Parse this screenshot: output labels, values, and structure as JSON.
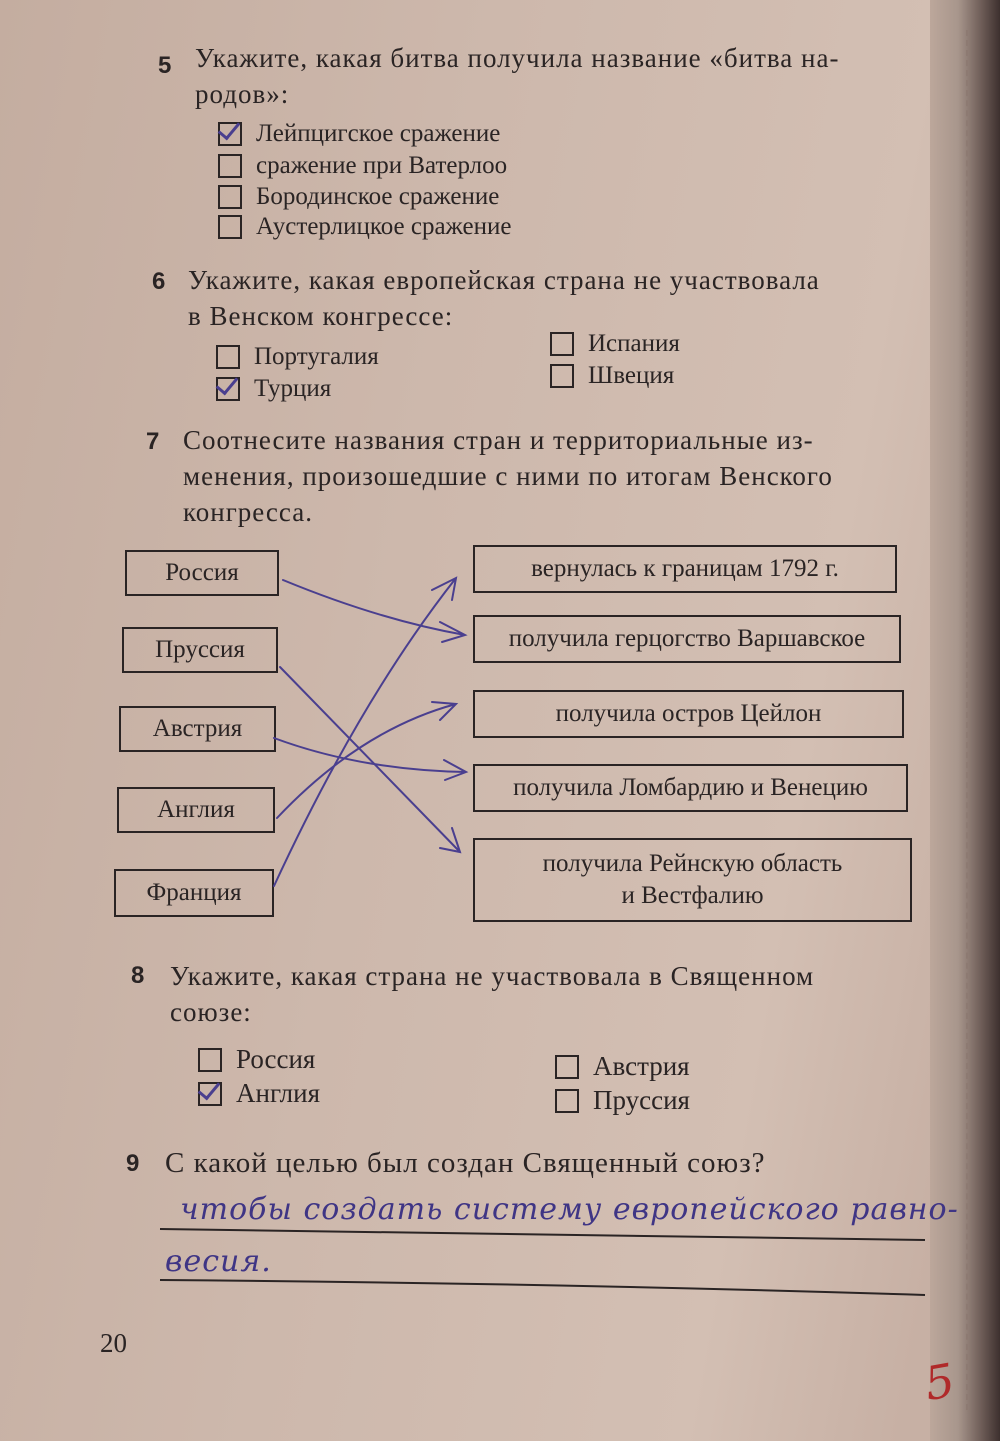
{
  "q5": {
    "number": "5",
    "text_line1": "Укажите, какая битва получила название «битва на-",
    "text_line2": "родов»:",
    "options": [
      {
        "label": "Лейпцигское сражение",
        "checked": true
      },
      {
        "label": "сражение при Ватерлоо",
        "checked": false
      },
      {
        "label": "Бородинское сражение",
        "checked": false
      },
      {
        "label": "Аустерлицкое сражение",
        "checked": false
      }
    ]
  },
  "q6": {
    "number": "6",
    "text_line1": "Укажите, какая европейская страна не участвовала",
    "text_line2": "в Венском конгрессе:",
    "options": [
      {
        "label": "Португалия",
        "checked": false
      },
      {
        "label": "Турция",
        "checked": true
      },
      {
        "label": "Испания",
        "checked": false
      },
      {
        "label": "Швеция",
        "checked": false
      }
    ]
  },
  "q7": {
    "number": "7",
    "text_line1": "Соотнесите названия стран и территориальные из-",
    "text_line2": "менения, произошедшие с ними по итогам Венского",
    "text_line3": "конгресса.",
    "countries": [
      "Россия",
      "Пруссия",
      "Австрия",
      "Англия",
      "Франция"
    ],
    "changes": [
      "вернулась к границам 1792 г.",
      "получила герцогство Варшавское",
      "получила остров Цейлон",
      "получила Ломбардию и Венецию",
      "получила Рейнскую область",
      "и Вестфалию"
    ],
    "links": [
      [
        "Россия",
        "получила герцогство Варшавское"
      ],
      [
        "Пруссия",
        "получила Рейнскую область и Вестфалию"
      ],
      [
        "Австрия",
        "получила Ломбардию и Венецию"
      ],
      [
        "Англия",
        "получила остров Цейлон"
      ],
      [
        "Франция",
        "вернулась к границам 1792 г."
      ]
    ]
  },
  "q8": {
    "number": "8",
    "text_line1": "Укажите, какая страна не участвовала в Священном",
    "text_line2": "союзе:",
    "options": [
      {
        "label": "Россия",
        "checked": false
      },
      {
        "label": "Англия",
        "checked": true
      },
      {
        "label": "Австрия",
        "checked": false
      },
      {
        "label": "Пруссия",
        "checked": false
      }
    ]
  },
  "q9": {
    "number": "9",
    "text": "С какой целью был создан Священный союз?",
    "answer_line1": "чтобы создать систему европейского равно-",
    "answer_line2": "весия."
  },
  "page_number": "20",
  "grade_mark": "5",
  "colors": {
    "ink": "#3f3585",
    "grade": "#b02a2a",
    "paper": "#cdb8ac"
  }
}
